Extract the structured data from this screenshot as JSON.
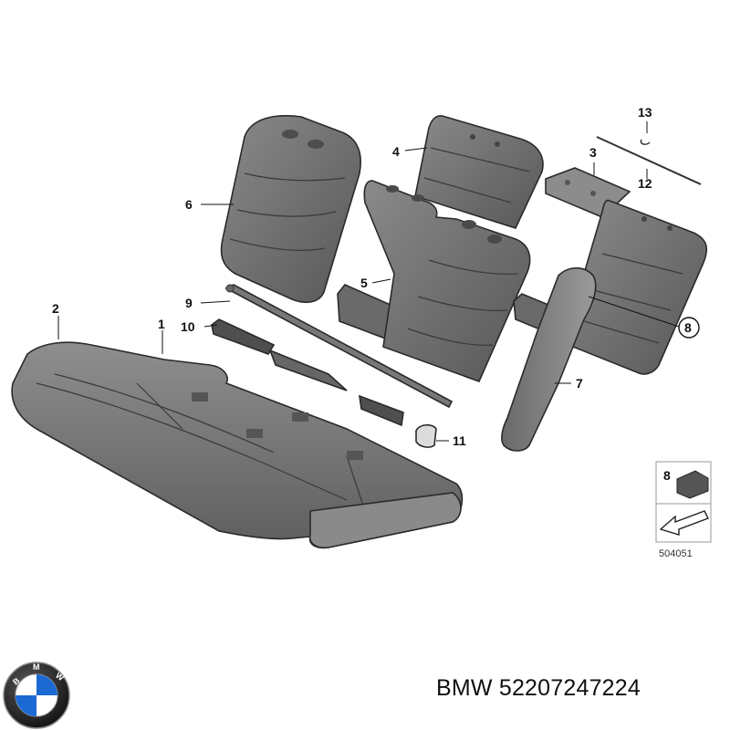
{
  "callouts": {
    "c1": "1",
    "c2": "2",
    "c3": "3",
    "c4": "4",
    "c5": "5",
    "c6": "6",
    "c7": "7",
    "c8": "8",
    "c9": "9",
    "c10": "10",
    "c11": "11",
    "c12": "12",
    "c13": "13"
  },
  "inset": {
    "callout": "8"
  },
  "reference_number": "504051",
  "logo": {
    "brand_letters": "BMW"
  },
  "caption": "BMW 52207247224",
  "colors": {
    "upholstery": "#7d7d7d",
    "upholstery_dark": "#555555",
    "inset_border": "#999999",
    "logo_blue": "#1c69d4"
  }
}
